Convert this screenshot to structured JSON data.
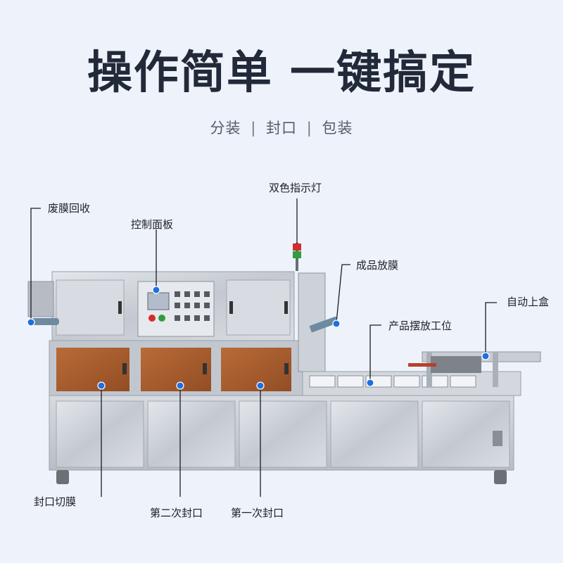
{
  "headline": "操作简单 一键搞定",
  "subline": {
    "items": [
      "分装",
      "封口",
      "包装"
    ],
    "separator": "|"
  },
  "callouts": {
    "film_recycle": "废膜回收",
    "control_panel": "控制面板",
    "indicator_light": "双色指示灯",
    "film_release": "成品放膜",
    "auto_box_loading": "自动上盒",
    "product_placement": "产品摆放工位",
    "seal_cut": "封口切膜",
    "second_seal": "第二次封口",
    "first_seal": "第一次封口"
  },
  "colors": {
    "background": "#eef3fb",
    "headline": "#222a3a",
    "marker": "#1e6fe0",
    "steel": "#c9ced6",
    "amber_window": "#a9561f"
  },
  "icons": {
    "marker": "blue-dot-icon",
    "knob": "knob-icon"
  }
}
